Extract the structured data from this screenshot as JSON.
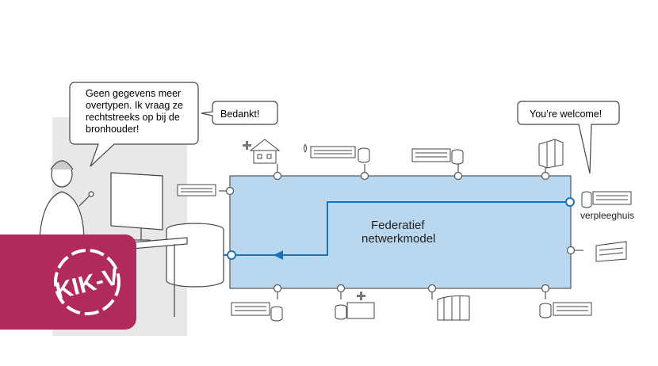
{
  "speech": {
    "left_lines": [
      "Geen gegevens meer",
      "overtypen. Ik vraag ze",
      "rechtstreeks op bij de",
      "bronhouder!"
    ],
    "thanks": "Bedankt!",
    "welcome": "You’re welcome!"
  },
  "network": {
    "title_line1": "Federatief",
    "title_line2": "netwerkmodel",
    "node_label": "verpleeghuis"
  },
  "logo": {
    "text": "KIK-V"
  },
  "colors": {
    "network_fill": "#b9d7ee",
    "flow_line": "#1d72b8",
    "logo_bg": "#b02a5b"
  },
  "icons": [
    "house-icon",
    "care-building-icon",
    "office-building-icon",
    "tower-icon",
    "nursing-home-icon",
    "hospital-icon",
    "factory-icon",
    "database-icon",
    "monitor-icon"
  ]
}
